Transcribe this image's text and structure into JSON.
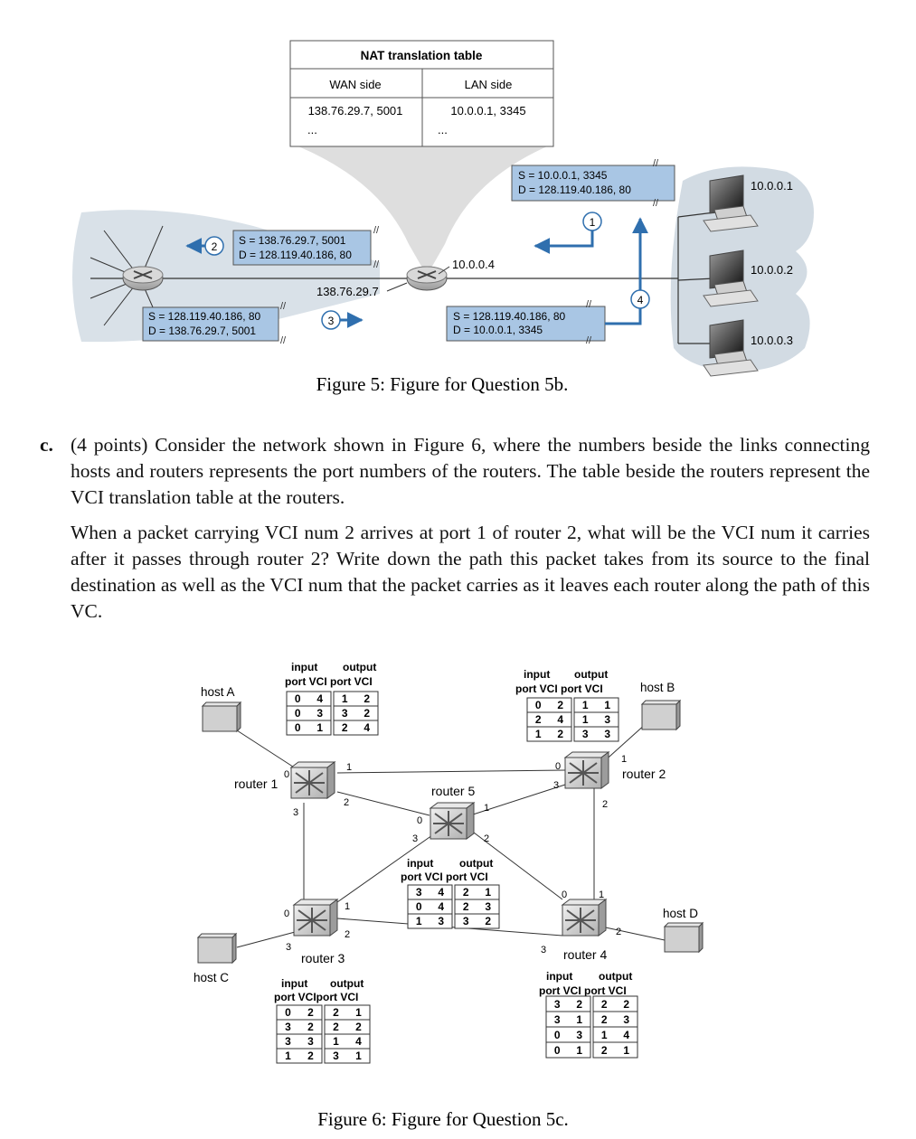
{
  "figure5": {
    "caption": "Figure 5: Figure for Question 5b.",
    "nat_table": {
      "title": "NAT translation table",
      "headers": [
        "WAN side",
        "LAN side"
      ],
      "rows": [
        [
          "138.76.29.7, 5001",
          "10.0.0.1, 3345"
        ],
        [
          "...",
          "..."
        ]
      ]
    },
    "wan_ip_label": "138.76.29.7",
    "lan_ip_label": "10.0.0.4",
    "packets": [
      {
        "step": "1",
        "src": "S = 10.0.0.1, 3345",
        "dst": "D = 128.119.40.186, 80"
      },
      {
        "step": "2",
        "src": "S = 138.76.29.7, 5001",
        "dst": "D = 128.119.40.186, 80"
      },
      {
        "step": "3",
        "src": "S = 128.119.40.186, 80",
        "dst": "D = 138.76.29.7, 5001"
      },
      {
        "step": "4",
        "src": "S = 128.119.40.186, 80",
        "dst": "D = 10.0.0.1, 3345"
      }
    ],
    "hosts": [
      "10.0.0.1",
      "10.0.0.2",
      "10.0.0.3"
    ],
    "colors": {
      "packet_box": "#a9c6e4",
      "arrow": "#2f6fae",
      "halo": "#d2dbe3",
      "funnel": "#dedede"
    }
  },
  "question": {
    "label": "c.",
    "paragraph1": "(4 points) Consider the network shown in Figure 6, where the numbers beside the links connecting hosts and routers represents the port numbers of the routers. The table beside the routers represent the VCI translation table at the routers.",
    "paragraph2": "When a packet carrying VCI num 2 arrives at port 1 of router 2, what will be the VCI num it carries after it passes through router 2? Write down the path this packet takes from its source to the final destination as well as the VCI num that the packet carries as it leaves each router along the path of this VC."
  },
  "figure6": {
    "caption": "Figure 6: Figure for Question 5c.",
    "hosts": {
      "a": "host A",
      "b": "host B",
      "c": "host C",
      "d": "host D"
    },
    "routers": {
      "r1": "router 1",
      "r2": "router 2",
      "r3": "router 3",
      "r4": "router 4",
      "r5": "router 5"
    },
    "table_header": {
      "line1_in": "input",
      "line1_out": "output",
      "line2": "port VCI port VCI"
    },
    "table_header_r3_line2": "port VCIport VCI",
    "vci_tables": {
      "r1": [
        [
          "0",
          "4",
          "1",
          "2"
        ],
        [
          "0",
          "3",
          "3",
          "2"
        ],
        [
          "0",
          "1",
          "2",
          "4"
        ]
      ],
      "r2": [
        [
          "0",
          "2",
          "1",
          "1"
        ],
        [
          "2",
          "4",
          "1",
          "3"
        ],
        [
          "1",
          "2",
          "3",
          "3"
        ]
      ],
      "r5": [
        [
          "3",
          "4",
          "2",
          "1"
        ],
        [
          "0",
          "4",
          "2",
          "3"
        ],
        [
          "1",
          "3",
          "3",
          "2"
        ]
      ],
      "r3": [
        [
          "0",
          "2",
          "2",
          "1"
        ],
        [
          "3",
          "2",
          "2",
          "2"
        ],
        [
          "3",
          "3",
          "1",
          "4"
        ],
        [
          "1",
          "2",
          "3",
          "1"
        ]
      ],
      "r4": [
        [
          "3",
          "2",
          "2",
          "2"
        ],
        [
          "3",
          "1",
          "2",
          "3"
        ],
        [
          "0",
          "3",
          "1",
          "4"
        ],
        [
          "0",
          "1",
          "2",
          "1"
        ]
      ]
    },
    "port_labels": {
      "r1": [
        "0",
        "1",
        "2",
        "3"
      ],
      "r2": [
        "0",
        "1",
        "2",
        "3"
      ],
      "r3": [
        "0",
        "1",
        "2",
        "3"
      ],
      "r4": [
        "0",
        "1",
        "2",
        "3"
      ],
      "r5": [
        "0",
        "1",
        "2",
        "3"
      ]
    }
  }
}
